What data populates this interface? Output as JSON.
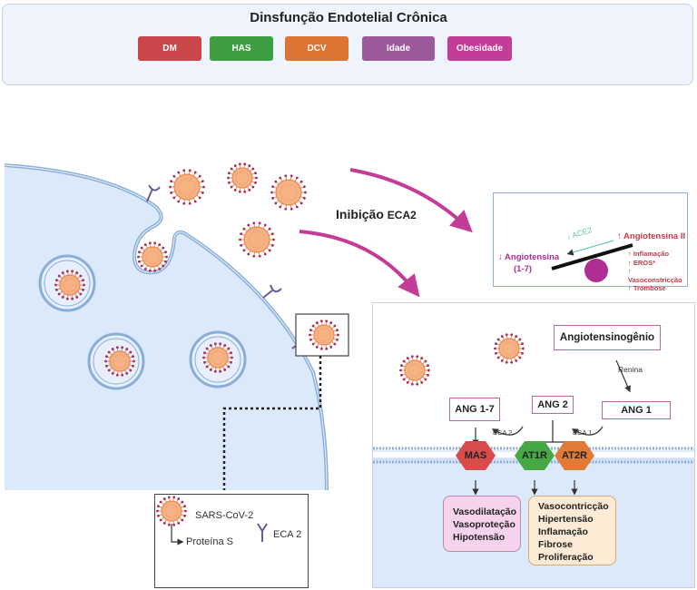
{
  "header": {
    "title": "Dinsfunção Endotelial Crônica",
    "risk_factors": [
      {
        "label": "DM",
        "color": "#c9474a"
      },
      {
        "label": "HAS",
        "color": "#3d9e44"
      },
      {
        "label": "DCV",
        "color": "#dd7433"
      },
      {
        "label": "Idade",
        "color": "#9a5a9c"
      },
      {
        "label": "Obesidade",
        "color": "#c23c98"
      }
    ]
  },
  "middle": {
    "inhibition_label_bold": "Inibição",
    "inhibition_label_small": "ECA2"
  },
  "balance_panel": {
    "ace2_label": "ACE2",
    "ang17_line1": "Angiotensina",
    "ang17_line2": "(1-7)",
    "ang2_label": "Angiotensina II",
    "effects": [
      "Inflamação",
      "EROS*",
      "Vasoconstricção",
      "Trombose"
    ],
    "up_arrow": "↑",
    "down_arrow": "↓"
  },
  "ras_panel": {
    "angiotensinogen": "Angiotensinogênio",
    "renin": "Renina",
    "ang1": "ANG 1",
    "ang2": "ANG 2",
    "ang17": "ANG 1-7",
    "eca2": "ECA 2",
    "eca1": "ECA 1",
    "receptors": [
      {
        "label": "MAS",
        "color": "#d84c4c"
      },
      {
        "label": "AT1R",
        "color": "#45a845"
      },
      {
        "label": "AT2R",
        "color": "#e07a35"
      }
    ],
    "mas_effects": [
      "Vasodilatação",
      "Vasoproteção",
      "Hipotensão"
    ],
    "at_effects": [
      "Vasocontricção",
      "Hipertensão",
      "Inflamação",
      "Fibrose",
      "Proliferação"
    ]
  },
  "legend": {
    "virus_label": "SARS-CoV-2",
    "spike_label": "Proteína S",
    "receptor_label": "ECA 2"
  },
  "colors": {
    "cell_fill": "#dce9fa",
    "membrane": "#8aaed6",
    "arrow_magenta": "#c23c98",
    "virus_fill": "#f7b283",
    "spike": "#b02d4d"
  }
}
